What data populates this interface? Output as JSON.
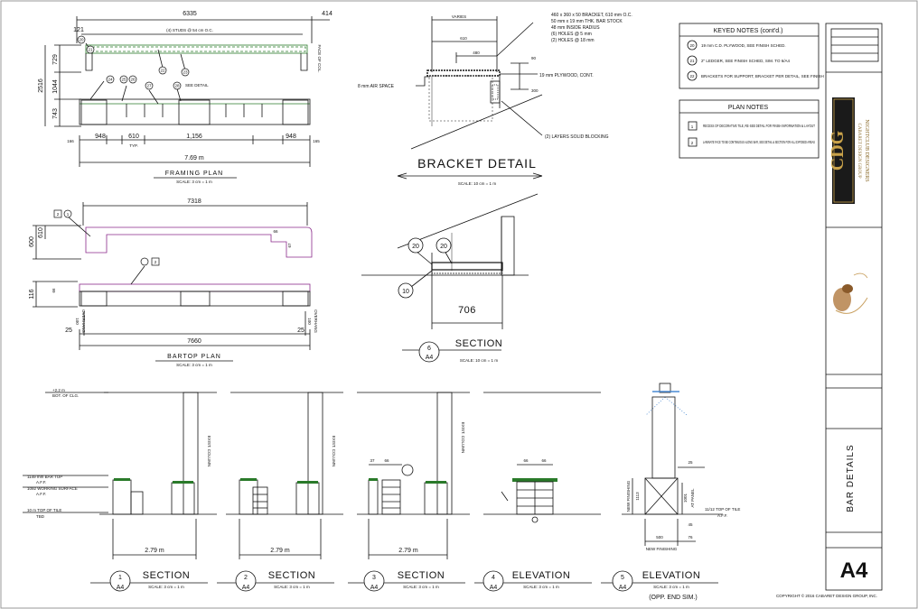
{
  "framing_plan": {
    "title": "FRAMING PLAN",
    "scale": "SCALE: 3 cm = 1 m",
    "dim_overall_top": "6335",
    "dim_right_offset": "414",
    "dim_left_offset": "121",
    "note_studs": "(4) STUDS @ 54 cm O.C.",
    "label_see_detail": "SEE DETAIL",
    "label_face_of_col": "FACE OF COL.",
    "left_dims": [
      "729",
      "1044",
      "743"
    ],
    "left_total": "2516",
    "bottom_dims": [
      "948",
      "610",
      "1,156",
      "948"
    ],
    "bottom_typ": "TYP.",
    "edge_dims": [
      "166",
      "165"
    ],
    "overall": "7.69 m",
    "tags": [
      "20",
      "21",
      "22",
      "23",
      "24",
      "25",
      "26",
      "27",
      "28"
    ]
  },
  "bartop_plan": {
    "title": "BARTOP PLAN",
    "scale": "SCALE: 3 cm = 1 m",
    "dim_top": "7318",
    "left_dims": [
      "600",
      "610"
    ],
    "dim_small_1": "66",
    "dim_small_2": "67",
    "left_dims_2": [
      "66",
      "116"
    ],
    "overall": "7660",
    "edge": [
      "25",
      "25"
    ],
    "side_labels": [
      "OVERHANG",
      "OVERHANG"
    ],
    "side_values": [
      "100",
      "100"
    ],
    "tag1": "2",
    "tag2": "1",
    "tag3": "2"
  },
  "bracket_detail": {
    "title": "BRACKET DETAIL",
    "scale": "SCALE: 10 cm = 1 m",
    "varies": "VARIES",
    "dims": [
      "610",
      "480",
      "90",
      "300"
    ],
    "notes": [
      "460 x 360 x 50 BRACKET, 610 mm O.C.",
      "50 mm x 19 mm THK. BAR STOCK",
      "48 mm INSIDE RADIUS",
      "(6) HOLES @ 5 mm",
      "(2) HOLES @ 18 mm"
    ],
    "air_space": "8 mm AIR SPACE",
    "plywood": "19 mm PLYWOOD, CONT.",
    "blocking": "(2) LAYERS SOLID BLOCKING"
  },
  "keyed_notes": {
    "title": "KEYED NOTES (cont'd.)",
    "items": [
      {
        "n": "20",
        "text": "19 mm C.D. PLYWOOD, SEE FINISH SCHED."
      },
      {
        "n": "21",
        "text": "2\" LEDGER, SEE FINISH SCHED, SIM. TO 6/A4"
      },
      {
        "n": "22",
        "text": "BRACKETS FOR SUPPORT, BRACKET PER DETAIL, SEE FINISH"
      }
    ]
  },
  "plan_notes": {
    "title": "PLAN NOTES",
    "items": [
      {
        "n": "1",
        "text": "RECESS OF DECORATIVE TILE, RE-SEE DETAIL FOR FINISH INFORMATION & LAYOUT"
      },
      {
        "n": "2",
        "text": "LAMINATE FACE TO BE CONTINUOUS ALONG BAR, SEE DETAIL & SECTION FOR ALL EXPOSED AREAS"
      }
    ]
  },
  "section_6": {
    "title": "SECTION",
    "scale": "SCALE: 10 cm = 1 m",
    "number": "6",
    "sheet": "A4",
    "dim": "706",
    "tags": [
      "20",
      "20",
      "10"
    ]
  },
  "elevations": {
    "levels": [
      {
        "value": "+2.2 m",
        "label": "BOT. OF CLG."
      },
      {
        "value": "1149 mm BAR TOP",
        "label": "A.F.F."
      },
      {
        "value": "1092 WORKING SURFACE",
        "label": "A.F.F."
      },
      {
        "value": "10 m TOP OF TILE",
        "label": "TBD"
      }
    ],
    "column_label": "EXIST. COLUMN",
    "views": [
      {
        "number": "1",
        "sheet": "A4",
        "title": "SECTION",
        "scale": "SCALE: 3 cm = 1 m",
        "dim": "2.79 m"
      },
      {
        "number": "2",
        "sheet": "A4",
        "title": "SECTION",
        "scale": "SCALE: 3 cm = 1 m",
        "dim": "2.79 m"
      },
      {
        "number": "3",
        "sheet": "A4",
        "title": "SECTION",
        "scale": "SCALE: 3 cm = 1 m",
        "dim": "2.79 m"
      },
      {
        "number": "4",
        "sheet": "A4",
        "title": "ELEVATION",
        "scale": "SCALE: 3 cm = 1 m",
        "dim": ""
      },
      {
        "number": "5",
        "sheet": "A4",
        "title": "ELEVATION",
        "scale": "SCALE: 3 cm = 1 m",
        "dim": "",
        "subtitle": "(OPP. END SIM.)"
      }
    ],
    "view3_dims": [
      "37",
      "66"
    ],
    "view4_dims": [
      "66",
      "66"
    ],
    "view5": {
      "dims": [
        "25",
        "1113",
        "1001",
        "500",
        "76",
        "45"
      ],
      "labels": [
        "NEW FINISHING",
        "AT PANEL",
        "NEW FINISHING"
      ],
      "top_of_tile": "11/12 TOP OF TILE",
      "tbd": "A.F.F."
    }
  },
  "title_block": {
    "logo_letters": "CDG",
    "logo_side": "CABARET DESIGN GROUP",
    "logo_side2": "NIGHTCLUB DESIGNERS",
    "sheet_name": "BAR DETAILS",
    "sheet_number": "A4",
    "copyright": "COPYRIGHT © 2016 CABARET DESIGN GROUP, INC."
  }
}
